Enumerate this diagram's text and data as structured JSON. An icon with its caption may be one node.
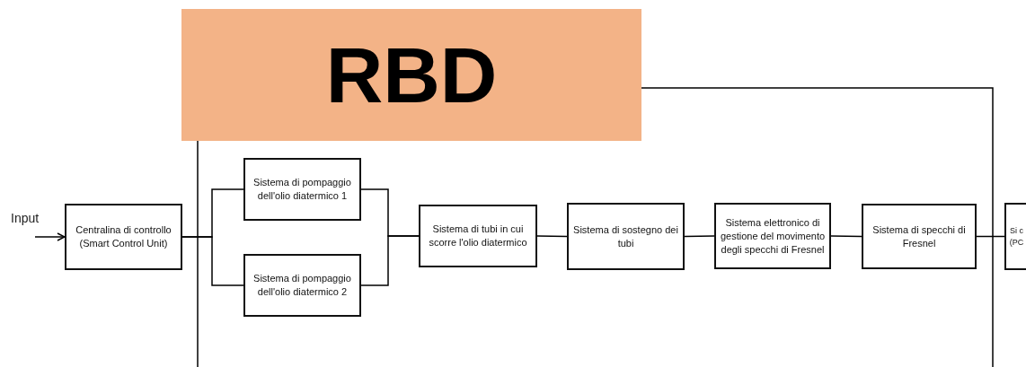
{
  "diagram": {
    "title": "RBD",
    "nodes": [
      {
        "text": [
          "Centralina di controllo (Smart Control Unit)"
        ]
      },
      {
        "text": [
          "Sistema di pompaggio dell'olio diatermico 1"
        ]
      },
      {
        "text": [
          "Sistema di pompaggio dell'olio diatermico 2"
        ]
      },
      {
        "text": [
          "Sistema di tubi in cui scorre l'olio diatermico"
        ]
      },
      {
        "text": [
          "Sistema di sostegno dei tubi"
        ]
      },
      {
        "text": [
          "Sistema elettronico di gestione del movimento degli specchi di Fresnel"
        ]
      },
      {
        "text": [
          "Sistema di specchi di Fresnel"
        ]
      },
      {
        "text": [
          "Si c (PC"
        ]
      }
    ],
    "edges": [
      {
        "from": null,
        "to": 0,
        "arrow": "to"
      },
      {
        "from": 0,
        "to": 1,
        "arrow": "none"
      },
      {
        "from": 0,
        "to": 2,
        "arrow": "none"
      },
      {
        "from": 1,
        "to": 3,
        "arrow": "none"
      },
      {
        "from": 2,
        "to": 3,
        "arrow": "none"
      },
      {
        "from": 3,
        "to": 4,
        "arrow": "none"
      },
      {
        "from": 4,
        "to": 5,
        "arrow": "none"
      },
      {
        "from": 5,
        "to": 6,
        "arrow": "none"
      },
      {
        "from": 6,
        "to": 7,
        "arrow": "none"
      }
    ],
    "labels": [
      "Input"
    ]
  }
}
